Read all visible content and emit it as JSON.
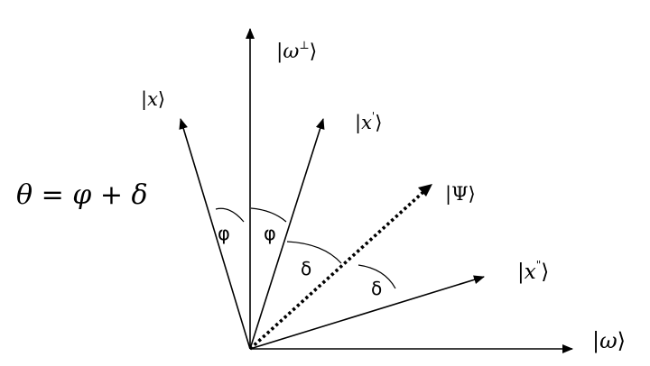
{
  "equation": {
    "theta": "θ",
    "equals": " = ",
    "phi": "φ",
    "plus": " + ",
    "delta": "δ"
  },
  "kets": {
    "omega_perp": {
      "symbol": "ω",
      "superscript": "⊥"
    },
    "omega": {
      "symbol": "ω"
    },
    "x": {
      "symbol": "x"
    },
    "x_prime": {
      "symbol": "x",
      "mark": "'"
    },
    "x_double_prime": {
      "symbol": "x",
      "mark": "\""
    },
    "psi": {
      "symbol": "Ψ"
    }
  },
  "angles": {
    "phi_left": "φ",
    "phi_right": "φ",
    "delta_upper": "δ",
    "delta_lower": "δ"
  },
  "ket_brackets": {
    "open": "|",
    "close": "⟩"
  }
}
